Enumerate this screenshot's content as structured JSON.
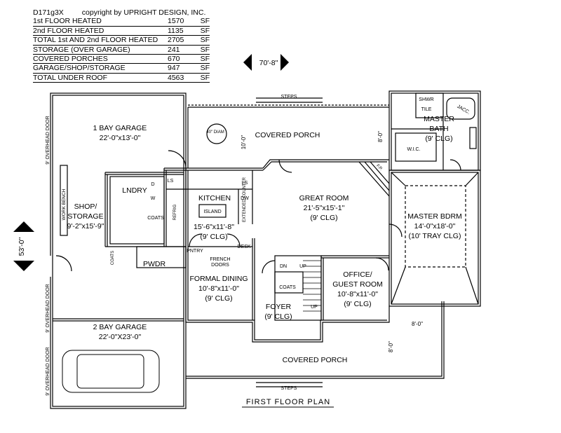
{
  "header": {
    "plan_id": "D171g3X",
    "copyright": "copyright by UPRIGHT DESIGN, INC."
  },
  "stats": [
    {
      "label": "1st FLOOR HEATED",
      "value": "1570",
      "unit": "SF"
    },
    {
      "label": "2nd FLOOR HEATED",
      "value": "1135",
      "unit": "SF"
    },
    {
      "label": "TOTAL 1st AND 2nd FLOOR HEATED",
      "value": "2705",
      "unit": "SF"
    },
    {
      "label": "STORAGE (OVER GARAGE)",
      "value": "241",
      "unit": "SF"
    },
    {
      "label": "COVERED PORCHES",
      "value": "670",
      "unit": "SF"
    },
    {
      "label": "GARAGE/SHOP/STORAGE",
      "value": "947",
      "unit": "SF"
    },
    {
      "label": "TOTAL UNDER ROOF",
      "value": "4563",
      "unit": "SF"
    }
  ],
  "overall_dims": {
    "width": "70'-8\"",
    "depth": "53'-0\""
  },
  "rooms": {
    "garage1": {
      "name": "1 BAY GARAGE",
      "size": "22'-0\"x13'-0\""
    },
    "garage2": {
      "name": "2 BAY GARAGE",
      "size": "22'-0\"X23'-0\""
    },
    "shop": {
      "name1": "SHOP/",
      "name2": "STORAGE",
      "size": "9'-2\"x15'-9\""
    },
    "porch_rear": {
      "name": "COVERED PORCH"
    },
    "porch_front": {
      "name": "COVERED PORCH"
    },
    "kitchen": {
      "name": "KITCHEN",
      "size": "15'-6\"x11'-8\"",
      "clg": "(9' CLG)"
    },
    "great": {
      "name": "GREAT ROOM",
      "size": "21'-5\"x15'-1\"",
      "clg": "(9' CLG)"
    },
    "master_bdrm": {
      "name": "MASTER BDRM",
      "size": "14'-0\"x18'-0\"",
      "clg": "(10' TRAY CLG)"
    },
    "master_bath": {
      "name": "MASTER",
      "name2": "BATH",
      "clg": "(9' CLG)"
    },
    "dining": {
      "name": "FORMAL DINING",
      "size": "10'-8\"x11'-0\"",
      "clg": "(9' CLG)"
    },
    "foyer": {
      "name": "FOYER",
      "clg": "(9' CLG)"
    },
    "office": {
      "name": "OFFICE/",
      "name2": "GUEST ROOM",
      "size": "10'-8\"x11'-0\"",
      "clg": "(9' CLG)"
    },
    "laundry": {
      "name": "LNDRY"
    },
    "powder": {
      "name": "PWDR"
    }
  },
  "labels": {
    "steps": "STEPS",
    "diam": "40\" DIAM",
    "island": "ISLAND",
    "pntry": "PNTRY",
    "desk": "DESK",
    "french1": "FRENCH",
    "french2": "DOORS",
    "coats": "COATS",
    "wic": "W.I.C.",
    "shwr": "SHWR",
    "tile": "TILE",
    "jacc": "JACC.",
    "fp": "F.P.",
    "refrig": "REFRIG",
    "dw": "DW",
    "ls": "LS",
    "extended_counter": "EXTENDED COUNTER",
    "work_bench": "WORK BENCH",
    "overhead_door": "9' OVERHEAD DOOR",
    "dn": "DN",
    "up": "UP",
    "d": "D",
    "w": "W",
    "dim_10": "10'-0\"",
    "dim_8a": "8'-0\"",
    "dim_8b": "8'-0\"",
    "dim_8c": "8'-0\"",
    "title": "FIRST FLOOR PLAN"
  }
}
